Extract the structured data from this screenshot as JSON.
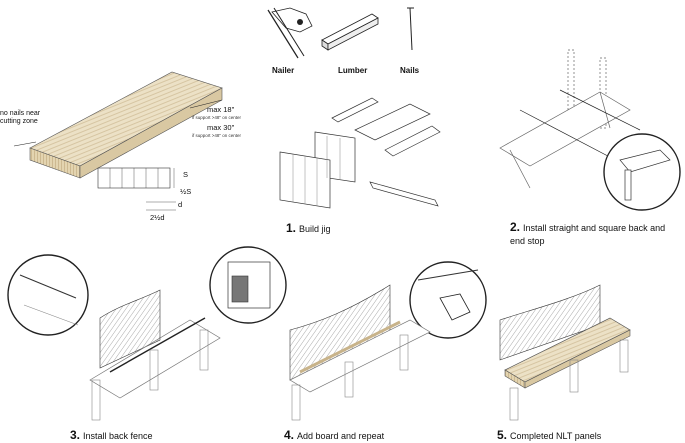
{
  "tools": [
    {
      "label": "Nailer",
      "icon": "nailer-icon"
    },
    {
      "label": "Lumber",
      "icon": "lumber-icon"
    },
    {
      "label": "Nails",
      "icon": "nails-icon"
    }
  ],
  "panel_notes": {
    "no_nails": "no nails near cutting zone",
    "max1": "max 18\"",
    "support1": "if support >48\" on center",
    "max2": "max 30\"",
    "support2": "if support >48\" on center"
  },
  "section_dims": {
    "s": "S",
    "half_s": "½S",
    "d": "d",
    "two_half_d": "2½d"
  },
  "steps": [
    {
      "num": "1.",
      "text": "Build jig"
    },
    {
      "num": "2.",
      "text": "Install straight and square back and end stop"
    },
    {
      "num": "3.",
      "text": "Install back fence"
    },
    {
      "num": "4.",
      "text": "Add board and repeat"
    },
    {
      "num": "5.",
      "text": "Completed NLT panels"
    }
  ],
  "colors": {
    "wood": "#e9dcbf",
    "wood_dark": "#c9b48c",
    "line": "#333333",
    "hatch": "#777777"
  }
}
